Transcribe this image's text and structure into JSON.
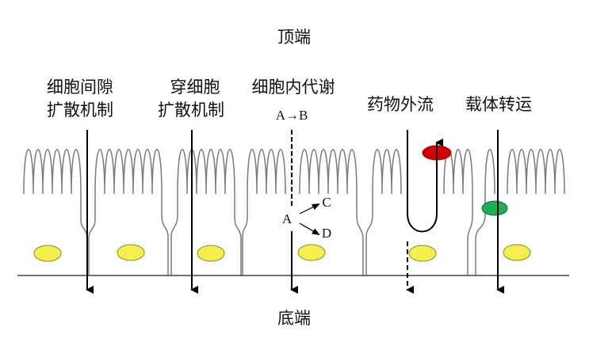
{
  "labels": {
    "apical": "顶端",
    "basal": "底端",
    "paracellular_line1": "细胞间隙",
    "paracellular_line2": "扩散机制",
    "transcellular_line1": "穿细胞",
    "transcellular_line2": "扩散机制",
    "metabolism": "细胞内代谢",
    "metabolism_reaction": "A→B",
    "efflux": "药物外流",
    "carrier": "载体转运",
    "metabolite_A": "A",
    "metabolite_C": "C",
    "metabolite_D": "D"
  },
  "colors": {
    "membrane": "#7a7a7a",
    "nucleus": "#f5ef4d",
    "efflux_transporter": "#d40000",
    "carrier_protein": "#1fae55",
    "arrow": "#000000"
  }
}
